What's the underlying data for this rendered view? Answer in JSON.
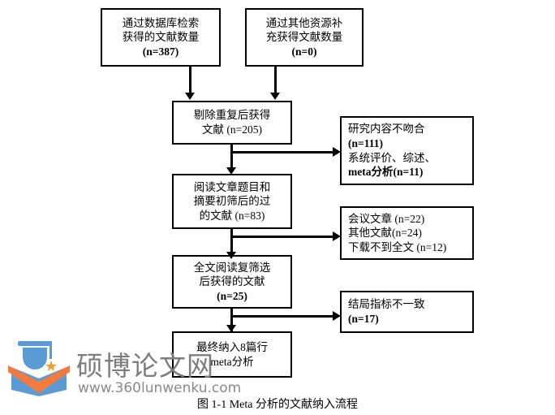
{
  "figure": {
    "caption": "图 1-1 Meta 分析的文献纳入流程",
    "type": "prisma-flow-diagram"
  },
  "nodes": {
    "db_search": {
      "name": "database-search-box",
      "lines": [
        "通过数据库检索",
        "获得的文献数量",
        "(n=387)"
      ],
      "bold_lines": [
        false,
        false,
        true
      ]
    },
    "other_sources": {
      "name": "other-sources-box",
      "lines": [
        "通过其他资源补",
        "充获得文献数量",
        "(n=0)"
      ],
      "bold_lines": [
        false,
        false,
        true
      ]
    },
    "deduplicated": {
      "name": "deduplicated-box",
      "lines": [
        "剔除重复后获得",
        "文献 (n=205)"
      ],
      "bold_lines": [
        false,
        false
      ]
    },
    "title_abstract_screen": {
      "name": "title-abstract-screening-box",
      "lines": [
        "阅读文章题目和",
        "摘要初筛后的过",
        "的文献 (n=83)"
      ],
      "bold_lines": [
        false,
        false,
        false
      ]
    },
    "fulltext_screen": {
      "name": "fulltext-screening-box",
      "lines": [
        "全文阅读复筛选",
        "后获得的文献",
        "(n=25)"
      ],
      "bold_lines": [
        false,
        false,
        true
      ]
    },
    "included": {
      "name": "included-studies-box",
      "lines": [
        "最终纳入8篇行",
        "meta分析"
      ],
      "bold_lines": [
        false,
        false
      ]
    }
  },
  "exclusions": {
    "excl_1": {
      "name": "exclusion-box-1",
      "lines": [
        "研究内容不吻合",
        "(n=111)",
        "系统评价、综述、",
        "meta分析(n=11)"
      ],
      "bold_lines": [
        false,
        true,
        false,
        true
      ]
    },
    "excl_2": {
      "name": "exclusion-box-2",
      "lines": [
        "会议文章 (n=22)",
        "其他文献(n=24)",
        "下载不到全文 (n=12)"
      ],
      "bold_lines": [
        false,
        false,
        false
      ]
    },
    "excl_3": {
      "name": "exclusion-box-3",
      "lines": [
        "结局指标不一致",
        "(n=17)"
      ],
      "bold_lines": [
        false,
        true
      ]
    }
  },
  "watermark": {
    "site_name": "硕博论文网",
    "url": "www.360lunwenku.com",
    "logo_icon": "graduation-cap-book-logo",
    "text_color": "#7d7d7d",
    "logo_blue": "#5b9bd5",
    "logo_orange": "#f47b3e"
  },
  "chart_data": {
    "type": "diagram",
    "title": "图 1-1 Meta 分析的文献纳入流程",
    "flow": [
      {
        "stage": "identification",
        "label": "通过数据库检索获得的文献数量",
        "n": 387
      },
      {
        "stage": "identification",
        "label": "通过其他资源补充获得文献数量",
        "n": 0
      },
      {
        "stage": "deduplication",
        "label": "剔除重复后获得文献",
        "n": 205
      },
      {
        "stage": "screening",
        "label": "阅读文章题目和摘要初筛后的过的文献",
        "n": 83
      },
      {
        "stage": "eligibility",
        "label": "全文阅读复筛选后获得的文献",
        "n": 25
      },
      {
        "stage": "included",
        "label": "最终纳入行meta分析",
        "n": 8
      }
    ],
    "excluded": [
      {
        "after_stage": "deduplication",
        "reasons": [
          {
            "label": "研究内容不吻合",
            "n": 111
          },
          {
            "label": "系统评价、综述、meta分析",
            "n": 11
          }
        ]
      },
      {
        "after_stage": "screening",
        "reasons": [
          {
            "label": "会议文章",
            "n": 22
          },
          {
            "label": "其他文献",
            "n": 24
          },
          {
            "label": "下载不到全文",
            "n": 12
          }
        ]
      },
      {
        "after_stage": "eligibility",
        "reasons": [
          {
            "label": "结局指标不一致",
            "n": 17
          }
        ]
      }
    ]
  }
}
